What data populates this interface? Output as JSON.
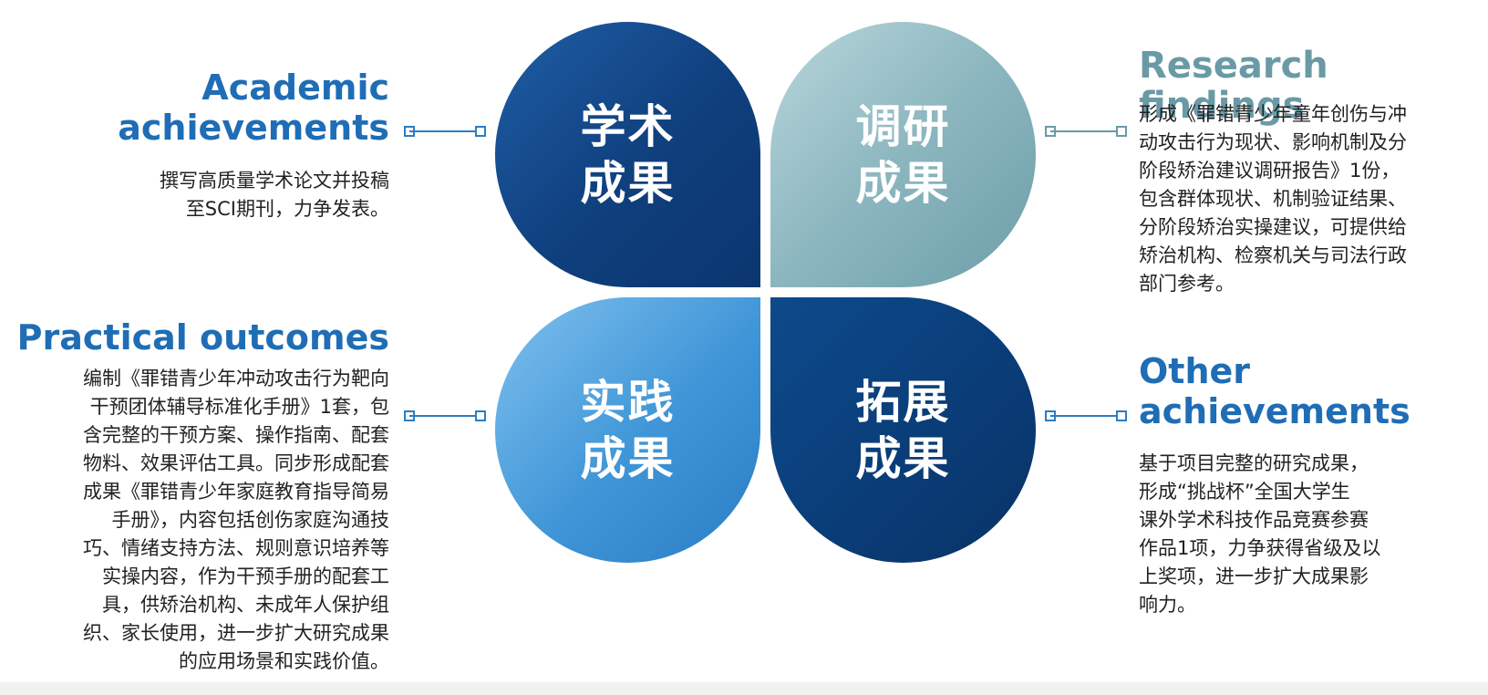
{
  "academic": {
    "heading": "Academic\nachievements",
    "description": "撰写高质量学术论文并投稿\n至SCI期刊，力争发表。",
    "petal_label": "学术\n成果",
    "color": "#1f6db5"
  },
  "research": {
    "heading": "Research findings",
    "description": "形成《罪错青少年童年创伤与冲\n动攻击行为现状、影响机制及分\n阶段矫治建议调研报告》1份，\n包含群体现状、机制验证结果、\n分阶段矫治实操建议，可提供给\n矫治机构、检察机关与司法行政\n部门参考。",
    "petal_label": "调研\n成果",
    "color": "#6a9aa5"
  },
  "practical": {
    "heading": "Practical outcomes",
    "description": "编制《罪错青少年冲动攻击行为靶向\n干预团体辅导标准化手册》1套，包\n含完整的干预方案、操作指南、配套\n物料、效果评估工具。同步形成配套\n成果《罪错青少年家庭教育指导简易\n手册》，内容包括创伤家庭沟通技\n巧、情绪支持方法、规则意识培养等\n实操内容，作为干预手册的配套工\n具，供矫治机构、未成年人保护组\n织、家长使用，进一步扩大研究成果\n的应用场景和实践价值。",
    "petal_label": "实践\n成果",
    "color": "#1f6db5"
  },
  "other": {
    "heading": "Other\nachievements",
    "description": "基于项目完整的研究成果，\n形成“挑战杯”全国大学生\n课外学术科技作品竞赛参赛\n作品1项，力争获得省级及以\n上奖项，进一步扩大成果影\n响力。",
    "petal_label": "拓展\n成果",
    "color": "#1f6db5"
  }
}
